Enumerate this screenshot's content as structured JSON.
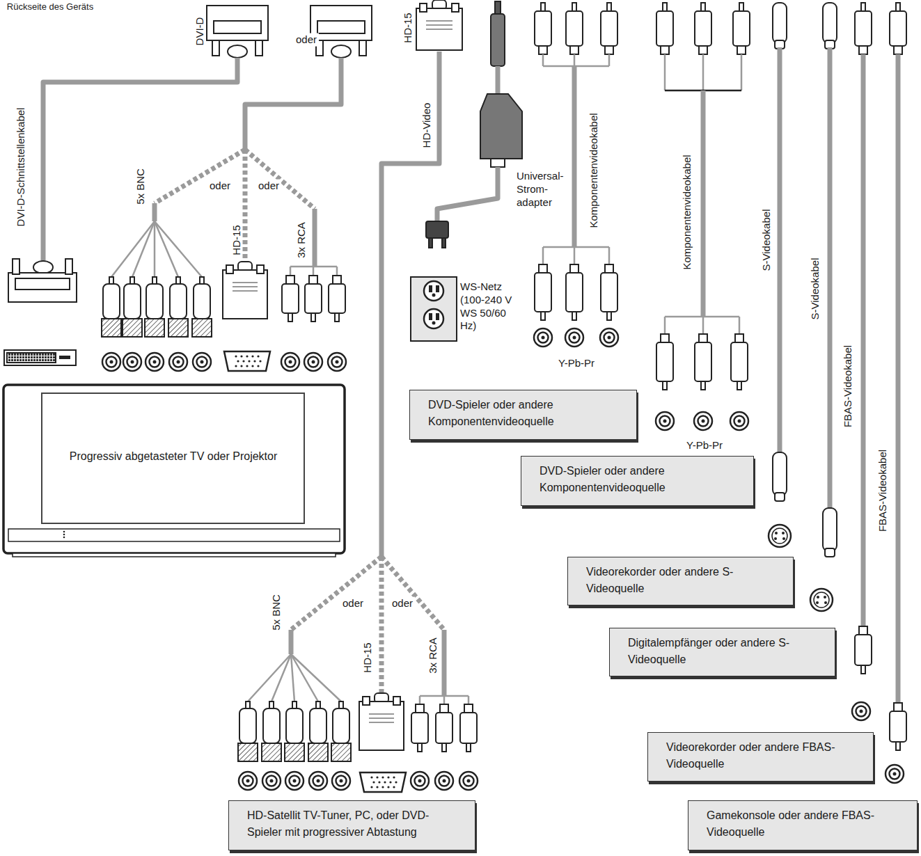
{
  "diagram": {
    "nodes": [
      {
        "text": [
          "Progressiv abgetasteter TV oder Projektor"
        ]
      },
      {
        "text": [
          "DVD-Spieler oder andere Komponentenvideoquelle"
        ]
      },
      {
        "text": [
          "DVD-Spieler oder andere Komponentenvideoquelle"
        ]
      },
      {
        "text": [
          "Videorekorder oder andere S-Videoquelle"
        ]
      },
      {
        "text": [
          "Digitalempfänger oder andere S-Videoquelle"
        ]
      },
      {
        "text": [
          "Videorekorder oder andere FBAS-Videoquelle"
        ]
      },
      {
        "text": [
          "Gamekonsole oder andere FBAS-Videoquelle"
        ]
      },
      {
        "text": [
          "HD-Satellit TV-Tuner, PC, oder DVD-Spieler mit progressiver Abtastung"
        ]
      }
    ],
    "labels": [
      "Rückseite des Geräts",
      "DVI-D",
      "oder",
      "HD-15",
      "HD-Video",
      "Universal- Strom- adapter",
      "Komponentenvideokabel",
      "WS-Netz (100-240 V WS 50/60 Hz)",
      "Y-Pb-Pr",
      "Komponentenvideokabel",
      "Y-Pb-Pr",
      "S-Videokabel",
      "S-Videokabel",
      "FBAS-Videokabel",
      "FBAS-Videokabel",
      "DVI-D-Schnittstellenkabel",
      "5x BNC",
      "oder",
      "oder",
      "HD-15",
      "3x RCA",
      "5x BNC",
      "oder",
      "oder",
      "HD-15",
      "3x RCA"
    ]
  }
}
